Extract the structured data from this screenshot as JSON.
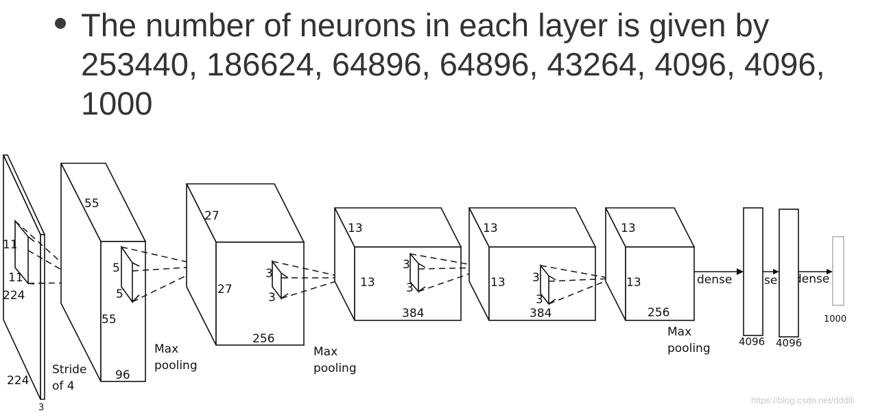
{
  "slide": {
    "bullet": "The number of neurons in each layer is given by 253440, 186624, 64896, 64896, 43264, 4096, 4096, 1000"
  },
  "diagram": {
    "input": {
      "h": "224",
      "w": "224",
      "d": "3",
      "k1": "11",
      "k2": "11"
    },
    "conv1": {
      "h": "55",
      "w": "55",
      "d": "96",
      "k1": "5",
      "k2": "5",
      "note": [
        "Stride",
        "of 4"
      ]
    },
    "pool1": [
      "Max",
      "pooling"
    ],
    "conv2": {
      "h": "27",
      "w": "27",
      "d": "256",
      "k1": "3",
      "k2": "3"
    },
    "pool2": [
      "Max",
      "pooling"
    ],
    "conv3": {
      "h": "13",
      "w": "13",
      "d": "384",
      "k1": "3",
      "k2": "3"
    },
    "conv4": {
      "h": "13",
      "w": "13",
      "d": "384",
      "k1": "3",
      "k2": "3"
    },
    "conv5": {
      "h": "13",
      "w": "13",
      "d": "256"
    },
    "pool3": [
      "Max",
      "pooling"
    ],
    "dense_labels": [
      "dense",
      "se",
      "dense"
    ],
    "fc6": "4096",
    "fc7": "4096",
    "output": "1000",
    "watermark": "https://blog.csdn.net/dddlli"
  }
}
